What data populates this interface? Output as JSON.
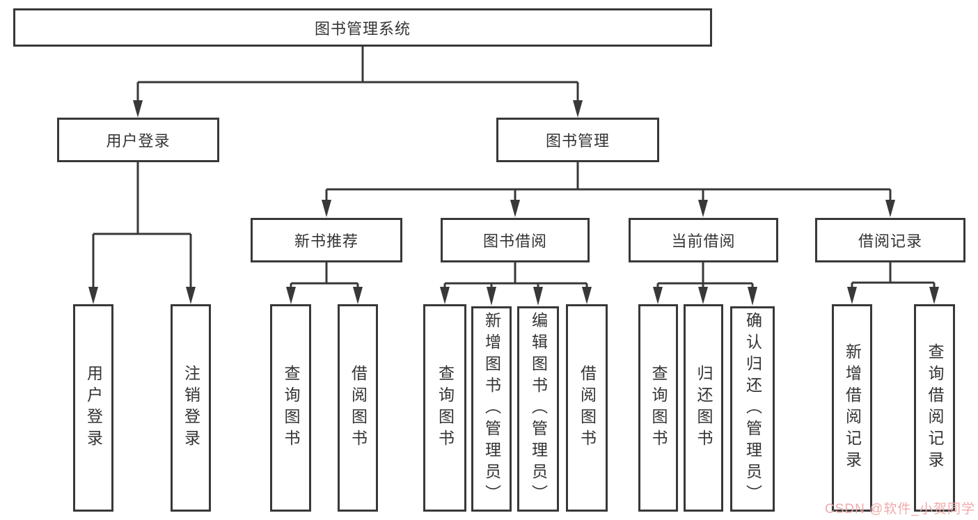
{
  "colors": {
    "line": "#383838",
    "box_border": "#383838",
    "text": "#333333",
    "watermark": "#f0a6a6",
    "background": "#ffffff"
  },
  "diagram": {
    "root": {
      "label": "图书管理系统"
    },
    "level2": [
      {
        "id": "user-login",
        "label": "用户登录"
      },
      {
        "id": "book-management",
        "label": "图书管理"
      }
    ],
    "level3": [
      {
        "id": "new-book-recommend",
        "label": "新书推荐"
      },
      {
        "id": "book-borrowing",
        "label": "图书借阅"
      },
      {
        "id": "current-borrowing",
        "label": "当前借阅"
      },
      {
        "id": "borrowing-records",
        "label": "借阅记录"
      }
    ],
    "leaves": {
      "user_login": "用户登录",
      "logout": "注销登录",
      "rec_query_books": "查询图书",
      "rec_borrow_books": "借阅图书",
      "bor_query_books": "查询图书",
      "bor_add_books": "新增图书（管理员）",
      "bor_edit_books": "编辑图书（管理员）",
      "bor_borrow_books": "借阅图书",
      "cur_query_books": "查询图书",
      "cur_return_books": "归还图书",
      "cur_confirm_return": "确认归还（管理员）",
      "hist_add_record": "新增借阅记录",
      "hist_query_record": "查询借阅记录"
    }
  },
  "watermark": {
    "text": "CSDN @软件_小贺同学"
  }
}
